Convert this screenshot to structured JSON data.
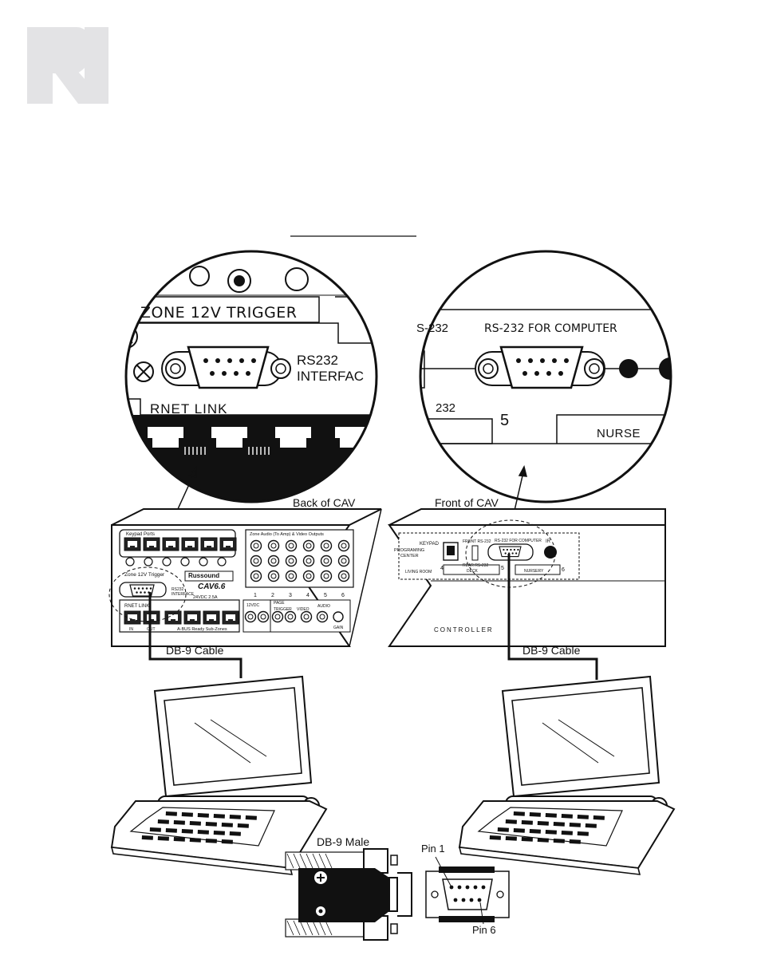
{
  "logo": {
    "name": "russound-r-logo",
    "color": "#e3e3e5"
  },
  "title_underline": "",
  "zoom_back": {
    "trigger_label": "Zone 12V Trigger",
    "rs232_label_line1": "RS232",
    "rs232_label_line2": "INTERFAC",
    "rnet_label": "RNET LINK"
  },
  "zoom_front": {
    "rs232_left": "S-232",
    "rs232_for_computer": "RS-232 For Computer",
    "left_232": "232",
    "zone_number": "5",
    "nurse_label": "NURSE"
  },
  "back_panel": {
    "heading": "Back of CAV",
    "keypad_ports": "Keypad Ports",
    "zone_audio": "Zone Audio (To Amp) & Video Outputs",
    "zone_trigger": "Zone 12V Trigger",
    "brand": "Russound",
    "model": "CAV6.6",
    "rs232_l1": "RS232",
    "rs232_l2": "INTERFACE",
    "power": "24VDC 2.5A",
    "rnet": "RNET LINK",
    "abus": "A-BUS Ready Sub-Zones",
    "in": "IN",
    "out": "OUT",
    "v12": "12VDC",
    "page": "PAGE",
    "trigger": "TRIGGER",
    "video": "VIDEO",
    "audio": "AUDIO",
    "gain": "GAIN",
    "zone_numbers": [
      "1",
      "2",
      "3",
      "4",
      "5",
      "6"
    ]
  },
  "front_panel": {
    "heading": "Front of CAV",
    "keypad": "KEYPAD",
    "programming_center_l1": "PROGRAMING",
    "programming_center_l2": "CENTER",
    "front_rs232": "FRONT RS-232",
    "rear_rs232": "REAR RS-232",
    "rs232_for_computer": "RS-232 FOR COMPUTER",
    "ir": "IR",
    "zone4": "4",
    "zone5": "5",
    "zone6": "6",
    "room1": "LIVING ROOM",
    "room2": "DECK",
    "room3": "NURSERY",
    "controller": "CONTROLLER"
  },
  "cables": {
    "left": "DB-9 Cable",
    "right": "DB-9 Cable"
  },
  "connector": {
    "male": "DB-9 Male",
    "pin1": "Pin 1",
    "pin6": "Pin 6"
  }
}
